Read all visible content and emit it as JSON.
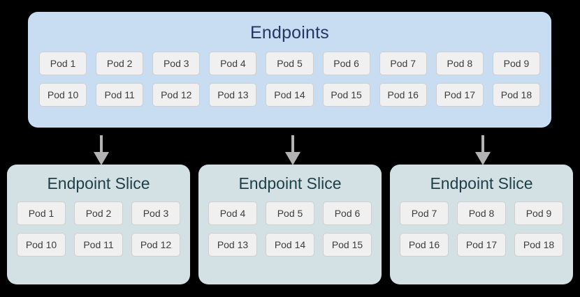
{
  "colors": {
    "page_background": "#000000",
    "endpoints_fill": "#c8dcf2",
    "endpoints_title_text": "#1f3864",
    "slice_fill": "#d3e0e4",
    "slice_title_text": "#1d3f48",
    "pod_fill": "#f0f0f0",
    "pod_border": "#cfcfcf",
    "pod_text": "#3c3c3c",
    "arrow": "#b3b3b3"
  },
  "endpoints": {
    "title": "Endpoints",
    "rows": [
      [
        "Pod 1",
        "Pod 2",
        "Pod 3",
        "Pod 4",
        "Pod 5",
        "Pod 6",
        "Pod 7",
        "Pod 8",
        "Pod 9"
      ],
      [
        "Pod 10",
        "Pod 11",
        "Pod 12",
        "Pod 13",
        "Pod 14",
        "Pod 15",
        "Pod 16",
        "Pod 17",
        "Pod 18"
      ]
    ]
  },
  "arrows": [
    {
      "name": "arrow-to-slice-1"
    },
    {
      "name": "arrow-to-slice-2"
    },
    {
      "name": "arrow-to-slice-3"
    }
  ],
  "slices": [
    {
      "title": "Endpoint Slice",
      "rows": [
        [
          "Pod 1",
          "Pod 2",
          "Pod 3"
        ],
        [
          "Pod 10",
          "Pod 11",
          "Pod 12"
        ]
      ]
    },
    {
      "title": "Endpoint Slice",
      "rows": [
        [
          "Pod 4",
          "Pod 5",
          "Pod 6"
        ],
        [
          "Pod 13",
          "Pod 14",
          "Pod 15"
        ]
      ]
    },
    {
      "title": "Endpoint Slice",
      "rows": [
        [
          "Pod 7",
          "Pod 8",
          "Pod 9"
        ],
        [
          "Pod 16",
          "Pod 17",
          "Pod 18"
        ]
      ]
    }
  ]
}
